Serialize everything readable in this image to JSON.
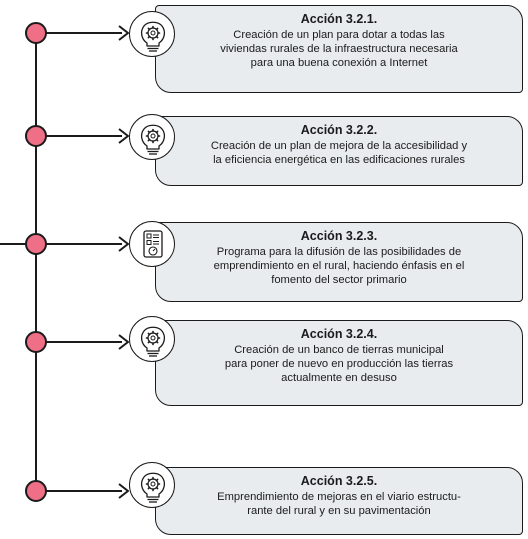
{
  "colors": {
    "node": "#ee6f86",
    "line": "#1b1b1b",
    "card_bg": "#e8ecef"
  },
  "actions": [
    {
      "icon": "lightbulb-gear-icon",
      "title": "Acción 3.2.1.",
      "description": "Creación de un plan para dotar a todas las\nviviendas rurales de la infraestructura necesaria\npara una buena conexión a Internet"
    },
    {
      "icon": "lightbulb-gear-icon",
      "title": "Acción 3.2.2.",
      "description": "Creación de un plan de mejora de la accesibilidad y\nla eficiencia energética en las edificaciones rurales"
    },
    {
      "icon": "document-stopwatch-icon",
      "title": "Acción 3.2.3.",
      "description": "Programa para la difusión de las posibilidades de\nemprendimiento en el rural, haciendo énfasis en el\nfomento del sector primario"
    },
    {
      "icon": "lightbulb-gear-icon",
      "title": "Acción 3.2.4.",
      "description": "Creación de un banco de tierras municipal\npara poner de nuevo en producción las tierras\nactualmente en desuso"
    },
    {
      "icon": "lightbulb-gear-icon",
      "title": "Acción 3.2.5.",
      "description": "Emprendimiento de mejoras en el viario estructu-\nrante del rural y en  su pavimentación"
    }
  ]
}
